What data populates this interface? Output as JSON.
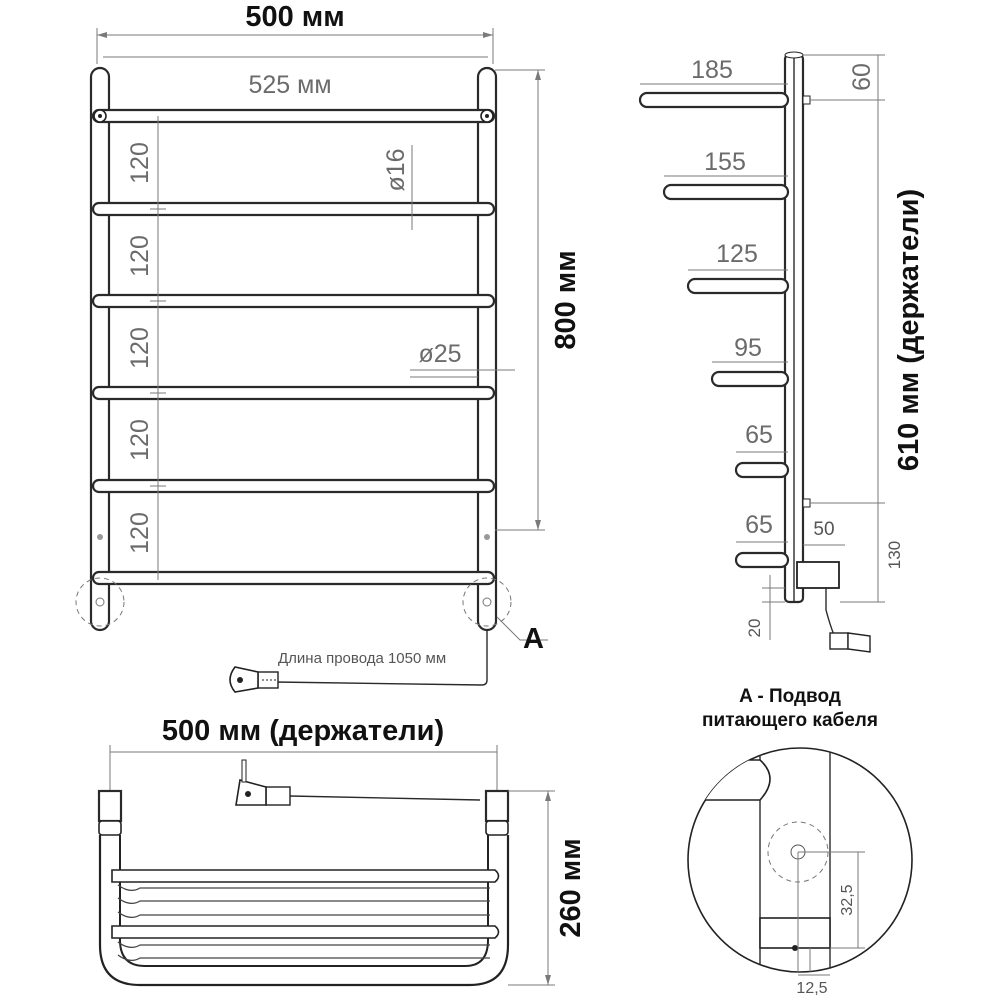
{
  "front_view": {
    "width_holders_label": "500 мм",
    "width_total_label": "525 мм",
    "height_label": "800 мм",
    "rung_spacing_labels": [
      "120",
      "120",
      "120",
      "120",
      "120"
    ],
    "diameter_small_label": "ø16",
    "diameter_large_label": "ø25",
    "cable_length_label": "Длина провода 1050 мм",
    "callout_letter": "A"
  },
  "side_view": {
    "depth_labels": [
      "185",
      "155",
      "125",
      "95",
      "65",
      "65"
    ],
    "top_offset_label": "60",
    "holders_height_label": "610 мм (держатели)",
    "bottom_offset_label": "130",
    "holder_depth_label": "50",
    "bottom_gap_label": "20"
  },
  "top_view": {
    "width_label": "500 мм (держатели)",
    "depth_label": "260 мм"
  },
  "detail_a": {
    "title_line1": "A - Подвод",
    "title_line2": "питающего кабеля",
    "vertical_label": "32,5",
    "horizontal_label": "12,5"
  }
}
